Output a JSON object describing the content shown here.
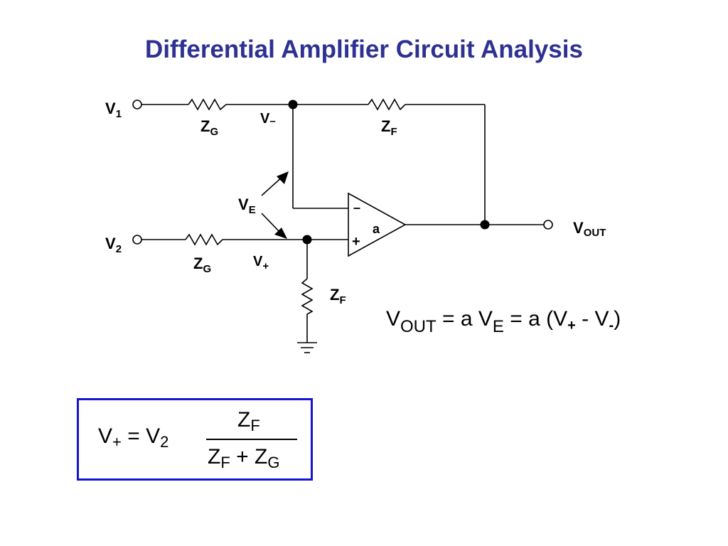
{
  "title": "Differential Amplifier Circuit Analysis",
  "labels": {
    "v1": "V",
    "v1_sub": "1",
    "v2": "V",
    "v2_sub": "2",
    "zg_top": "Z",
    "zg_top_sub": "G",
    "zg_bot": "Z",
    "zg_bot_sub": "G",
    "zf_top": "Z",
    "zf_top_sub": "F",
    "zf_bot": "Z",
    "zf_bot_sub": "F",
    "vminus": "V",
    "vminus_sub": "–",
    "vplus": "V",
    "vplus_sub": "+",
    "ve": "V",
    "ve_sub": "E",
    "vout": "V",
    "vout_sub": "OUT",
    "opamp_gain": "a",
    "opamp_minus": "–",
    "opamp_plus": "+"
  },
  "equation_vout": {
    "v": "V",
    "out": "OUT",
    "eq1": " = a V",
    "e": "E",
    "eq2": " = ",
    "rhs": " a (V",
    "plus": "+",
    "mid": " - V",
    "minus": "-",
    "close": ")"
  },
  "equation_vplus": {
    "v": "V",
    "plus": "+",
    "eq": " = V",
    "two": "2",
    "num": "Z",
    "num_sub": "F",
    "den_a": "Z",
    "den_a_sub": "F",
    "den_op": " + ",
    "den_b": "Z",
    "den_b_sub": "G"
  }
}
